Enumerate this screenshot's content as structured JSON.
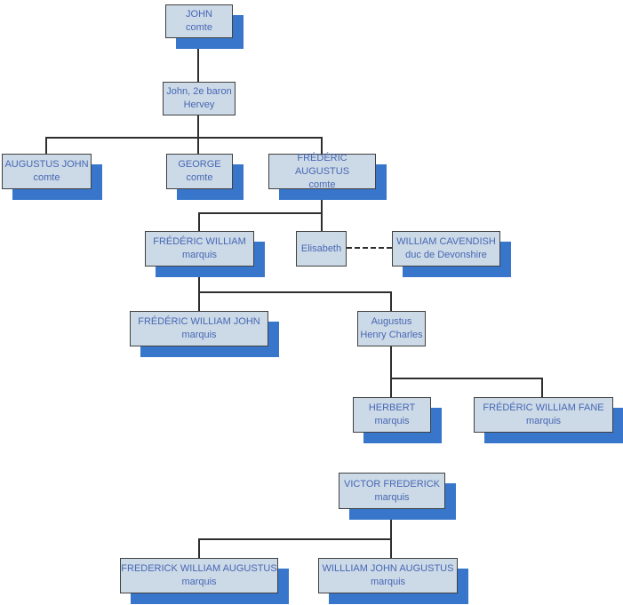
{
  "diagram": {
    "type": "family-tree",
    "colors": {
      "node_fill": "#ccd9e6",
      "node_border": "#404040",
      "node_shadow": "#3876cb",
      "text": "#4768b5",
      "connector": "#2e2e2e",
      "background": "#ffffff"
    },
    "nodes": [
      {
        "line1": "JOHN",
        "line2": "comte"
      },
      {
        "line1": "John, 2e baron",
        "line2": "Hervey"
      },
      {
        "line1": "AUGUSTUS JOHN",
        "line2": "comte"
      },
      {
        "line1": "GEORGE",
        "line2": "comte"
      },
      {
        "line1": "FRÉDÉRIC AUGUSTUS",
        "line2": "comte"
      },
      {
        "line1": "FRÉDÉRIC WILLIAM",
        "line2": "marquis"
      },
      {
        "line1": "Elisabeth",
        "line2": ""
      },
      {
        "line1": "WILLIAM CAVENDISH",
        "line2": "duc de Devonshire"
      },
      {
        "line1": "FRÉDÉRIC WILLIAM JOHN",
        "line2": "marquis"
      },
      {
        "line1": "Augustus",
        "line2": "Henry Charles"
      },
      {
        "line1": "HERBERT",
        "line2": "marquis"
      },
      {
        "line1": "FRÉDÉRIC WILLIAM FANE",
        "line2": "marquis"
      },
      {
        "line1": "VICTOR FREDERICK",
        "line2": "marquis"
      },
      {
        "line1": "FREDERICK WILLIAM AUGUSTUS",
        "line2": "marquis"
      },
      {
        "line1": "WILLLIAM JOHN AUGUSTUS",
        "line2": "marquis"
      }
    ],
    "edges": [
      {
        "from": "JOHN comte",
        "to": "John, 2e baron Hervey",
        "type": "parent-child"
      },
      {
        "from": "John, 2e baron Hervey",
        "to": "AUGUSTUS JOHN comte",
        "type": "parent-child"
      },
      {
        "from": "John, 2e baron Hervey",
        "to": "GEORGE comte",
        "type": "parent-child"
      },
      {
        "from": "John, 2e baron Hervey",
        "to": "FRÉDÉRIC AUGUSTUS comte",
        "type": "parent-child"
      },
      {
        "from": "FRÉDÉRIC AUGUSTUS comte",
        "to": "FRÉDÉRIC WILLIAM marquis",
        "type": "parent-child"
      },
      {
        "from": "FRÉDÉRIC AUGUSTUS comte",
        "to": "Elisabeth",
        "type": "parent-child"
      },
      {
        "from": "Elisabeth",
        "to": "WILLIAM CAVENDISH duc de Devonshire",
        "type": "marriage-dashed"
      },
      {
        "from": "FRÉDÉRIC WILLIAM marquis",
        "to": "FRÉDÉRIC WILLIAM JOHN marquis",
        "type": "parent-child"
      },
      {
        "from": "FRÉDÉRIC WILLIAM marquis",
        "to": "Augustus Henry Charles",
        "type": "parent-child"
      },
      {
        "from": "Augustus Henry Charles",
        "to": "HERBERT marquis",
        "type": "parent-child"
      },
      {
        "from": "Augustus Henry Charles",
        "to": "FRÉDÉRIC WILLIAM FANE marquis",
        "type": "parent-child"
      },
      {
        "from": "VICTOR FREDERICK marquis",
        "to": "FREDERICK WILLIAM AUGUSTUS marquis",
        "type": "parent-child"
      },
      {
        "from": "VICTOR FREDERICK marquis",
        "to": "WILLLIAM JOHN AUGUSTUS marquis",
        "type": "parent-child"
      }
    ]
  }
}
